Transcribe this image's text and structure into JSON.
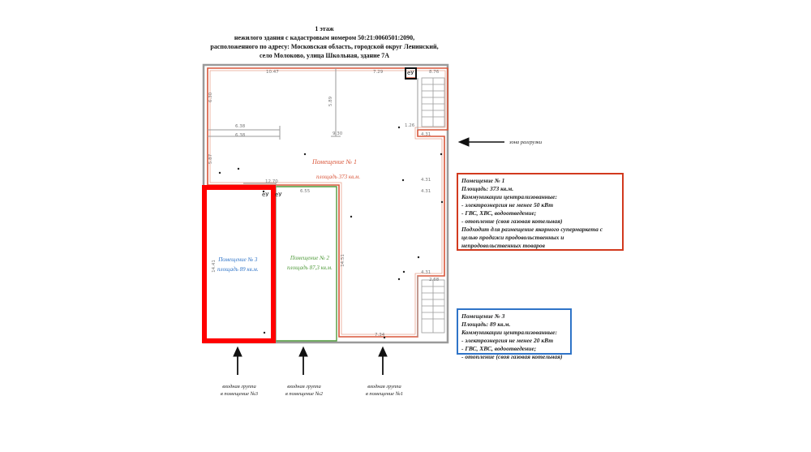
{
  "title": {
    "line1": "1 этаж",
    "line2": "нежилого здания с кадастровым номером 50:21:0060501:2090,",
    "line3": "расположенного по адресу: Московская область, городской округ Ленинский,",
    "line4": "село Молоково, улица Школьная, здание 7А"
  },
  "rooms": {
    "room1": {
      "name": "Помещение № 1",
      "area": "площадь 373 кв.м."
    },
    "room2": {
      "name": "Помещение № 2",
      "area": "площадь 87,3 кв.м."
    },
    "room3": {
      "name": "Помещение № 3",
      "area": "площадь 89 кв.м."
    }
  },
  "info_room1": {
    "lines": [
      "Помещение № 1",
      "Площадь: 373 кв.м.",
      "Коммуникации централизованные:",
      "- электроэнергия не менее 50 кВт",
      "- ГВС, ХВС, водоотведение;",
      "- отопление (своя газовая котельная)",
      "Подходит для размещение якорного супермаркета с",
      "целью продажи продовольственных и",
      "непродовольственных товаров"
    ]
  },
  "info_room3": {
    "lines": [
      "Помещение № 3",
      "Площадь: 89 кв.м.",
      "Коммуникации централизованные:",
      "- электроэнергия не менее 20 кВт",
      "- ГВС, ХВС, водоотведение;",
      "- отопление (своя газовая котельная)"
    ]
  },
  "unloading_zone": "зона разгрузки",
  "entrances": [
    {
      "line1": "входная группа",
      "line2": "в помещение №3"
    },
    {
      "line1": "входная группа",
      "line2": "в помещение №2"
    },
    {
      "line1": "входная группа",
      "line2": "в помещение №1"
    }
  ],
  "eu_labels": [
    "еУ",
    "еУ",
    "еУ"
  ],
  "dimensions": {
    "d1047": "10.47",
    "d729": "7.29",
    "d876": "8.76",
    "d638a": "6.38",
    "d638b": "6.38",
    "d930": "9.30",
    "d1270": "12.70",
    "d655": "6.55",
    "d431a": "4.31",
    "d431b": "4.31",
    "d431c": "4.31",
    "d431d": "4.31",
    "d734": "7.34",
    "d268": "2.68",
    "d126": "1.26",
    "d630": "6.30",
    "d589": "5.89",
    "d587": "5.87",
    "d1441": "14.41",
    "d1451": "14.51"
  },
  "colors": {
    "room1": "#d9563a",
    "room2": "#4f9a3a",
    "room3": "#2f74c8",
    "highlight": "#ff0000",
    "wall": "#9a9a9a"
  }
}
